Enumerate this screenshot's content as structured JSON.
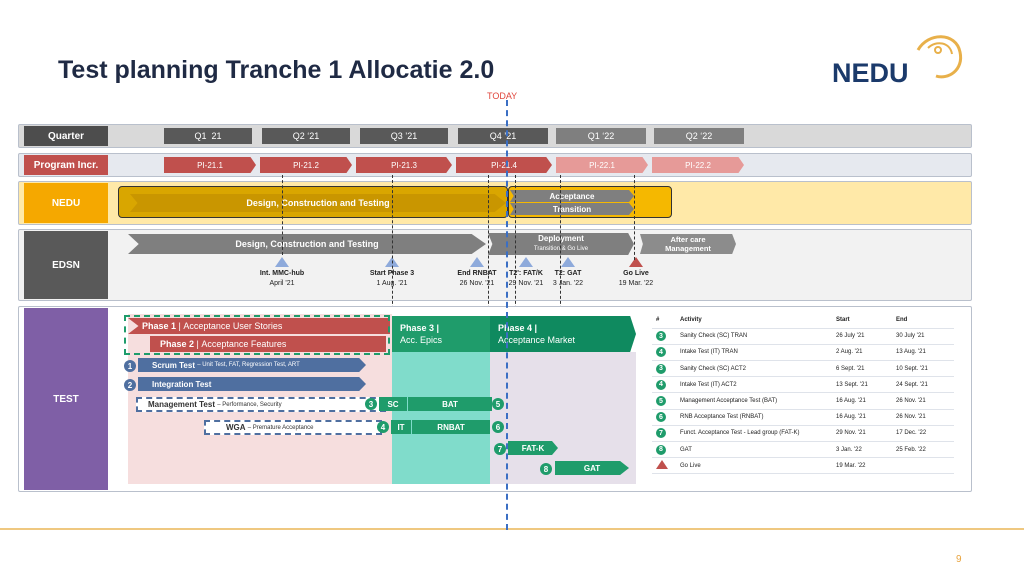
{
  "title": "Test planning Tranche 1 Allocatie 2.0",
  "logo": "NEDU",
  "today_label": "TODAY",
  "page_number": "9",
  "quarter": {
    "label": "Quarter",
    "items": [
      "Q1  21",
      "Q2 ‘21",
      "Q3 ’21",
      "Q4 ’21",
      "Q1 ‘22",
      "Q2 ‘22"
    ]
  },
  "program": {
    "label": "Program Incr.",
    "items": [
      "PI-21.1",
      "PI-21.2",
      "PI-21.3",
      "PI-21.4",
      "PI-22.1",
      "PI-22.2"
    ]
  },
  "nedu": {
    "label": "NEDU",
    "design": "Design, Construction and Testing",
    "acceptance": "Acceptance",
    "transition": "Transition"
  },
  "edsn": {
    "label": "EDSN",
    "design": "Design, Construction and Testing",
    "deployment": "Deployment",
    "deployment_sub": "Transition & Go Live",
    "after_care_1": "After care",
    "after_care_2": "Management",
    "milestones": [
      {
        "name": "Int. MMC-hub",
        "date": "April '21"
      },
      {
        "name": "Start Phase 3",
        "date": "1 Aug. '21"
      },
      {
        "name": "End RNBAT",
        "date": "26 Nov. '21"
      },
      {
        "name": "T2': FAT/K",
        "date": "29 Nov. '21"
      },
      {
        "name": "T2: GAT",
        "date": "3 Jan. '22"
      },
      {
        "name": "Go Live",
        "date": "19 Mar. '22"
      }
    ]
  },
  "test": {
    "label": "TEST",
    "phase1_a": "Phase 1",
    "phase1_b": "Acceptance User Stories",
    "phase2_a": "Phase 2",
    "phase2_b": "Acceptance Features",
    "phase3_a": "Phase 3 |",
    "phase3_b": "Acc. Epics",
    "phase4_a": "Phase 4 |",
    "phase4_b": "Acceptance Market",
    "scrum": "Scrum Test",
    "scrum_sub": "– Unit Test, FAT, Regression Test, ART",
    "integration": "Integration Test",
    "management": "Management Test",
    "management_sub": "– Performance, Security",
    "wga": "WGA",
    "wga_sub": "– Premature Acceptance",
    "sc": "SC",
    "bat": "BAT",
    "it": "IT",
    "rnbat": "RNBAT",
    "fatk": "FAT-K",
    "gat": "GAT",
    "nums": [
      "1",
      "2",
      "3",
      "4",
      "5",
      "6",
      "7",
      "8"
    ]
  },
  "activities": {
    "headers": [
      "#",
      "Activity",
      "Start",
      "End"
    ],
    "rows": [
      {
        "num": "3",
        "activity": "Sanity Check (SC) TRAN",
        "start": "26 July '21",
        "end": "30 July '21"
      },
      {
        "num": "4",
        "activity": "Intake Test (IT) TRAN",
        "start": "2 Aug. '21",
        "end": "13 Aug. '21"
      },
      {
        "num": "3",
        "activity": "Sanity Check (SC) ACT2",
        "start": "6 Sept. '21",
        "end": "10 Sept. '21"
      },
      {
        "num": "4",
        "activity": "Intake Test (IT) ACT2",
        "start": "13 Sept. '21",
        "end": "24 Sept. '21"
      },
      {
        "num": "5",
        "activity": "Management Acceptance Test (BAT)",
        "start": "16 Aug. '21",
        "end": "26 Nov. '21"
      },
      {
        "num": "6",
        "activity": "RNB Acceptance Test (RNBAT)",
        "start": "16 Aug. '21",
        "end": "26 Nov. '21"
      },
      {
        "num": "7",
        "activity": "Funct. Acceptance Test - Lead group (FAT-K)",
        "start": "29 Nov. '21",
        "end": "17 Dec. '22"
      },
      {
        "num": "8",
        "activity": "GAT",
        "start": "3 Jan. '22",
        "end": "25 Feb. '22"
      },
      {
        "num": "",
        "activity": "Go Live",
        "start": "19 Mar. '22",
        "end": ""
      }
    ]
  },
  "colors": {
    "quarter_label": "#4d4d4d",
    "program_label": "#c0504d",
    "nedu_label": "#f5a800",
    "edsn_label": "#595959",
    "test_label": "#7f5fa6",
    "teal": "#7fd9c9",
    "phase_red": "#c0504d",
    "green": "#1f9c6b"
  }
}
